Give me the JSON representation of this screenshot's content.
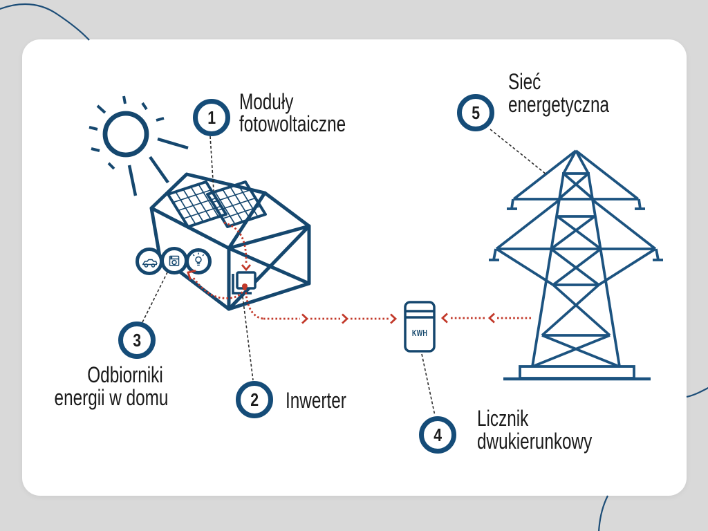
{
  "colors": {
    "navy": "#15476e",
    "red": "#c2392a",
    "text": "#1b1b1b",
    "background": "#d9d9d9",
    "card": "#ffffff"
  },
  "steps": [
    {
      "number": "1",
      "label_lines": [
        "Moduły",
        "fotowoltaiczne"
      ]
    },
    {
      "number": "2",
      "label_lines": [
        "Inwerter",
        ""
      ]
    },
    {
      "number": "3",
      "label_lines": [
        "Odbiorniki",
        "energii w domu"
      ]
    },
    {
      "number": "4",
      "label_lines": [
        "Licznik",
        "dwukierunkowy"
      ]
    },
    {
      "number": "5",
      "label_lines": [
        "Sieć",
        "energetyczna"
      ]
    }
  ],
  "meter": {
    "label": "KWH"
  }
}
